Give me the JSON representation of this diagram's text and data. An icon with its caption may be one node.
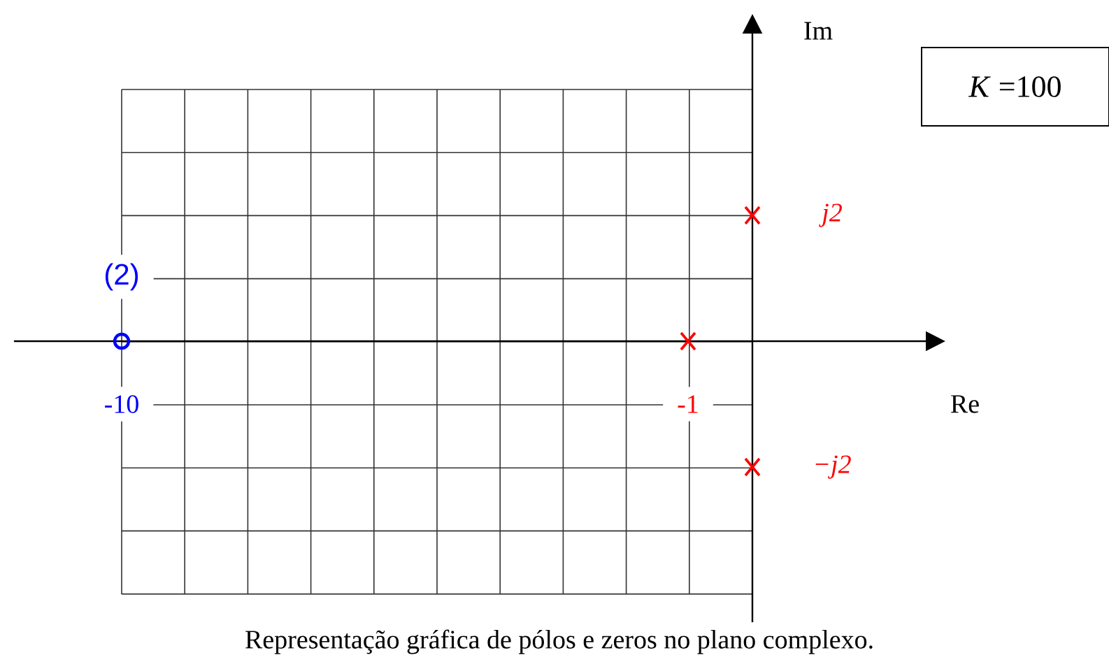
{
  "diagram": {
    "caption": "Representação gráfica de pólos e zeros no plano complexo.",
    "nodes": [
      {
        "text": [
          "*K* =100"
        ]
      }
    ],
    "labels": [
      "Im",
      "j2",
      "(2)",
      "-10",
      "-1",
      "Re",
      "−j2"
    ]
  }
}
